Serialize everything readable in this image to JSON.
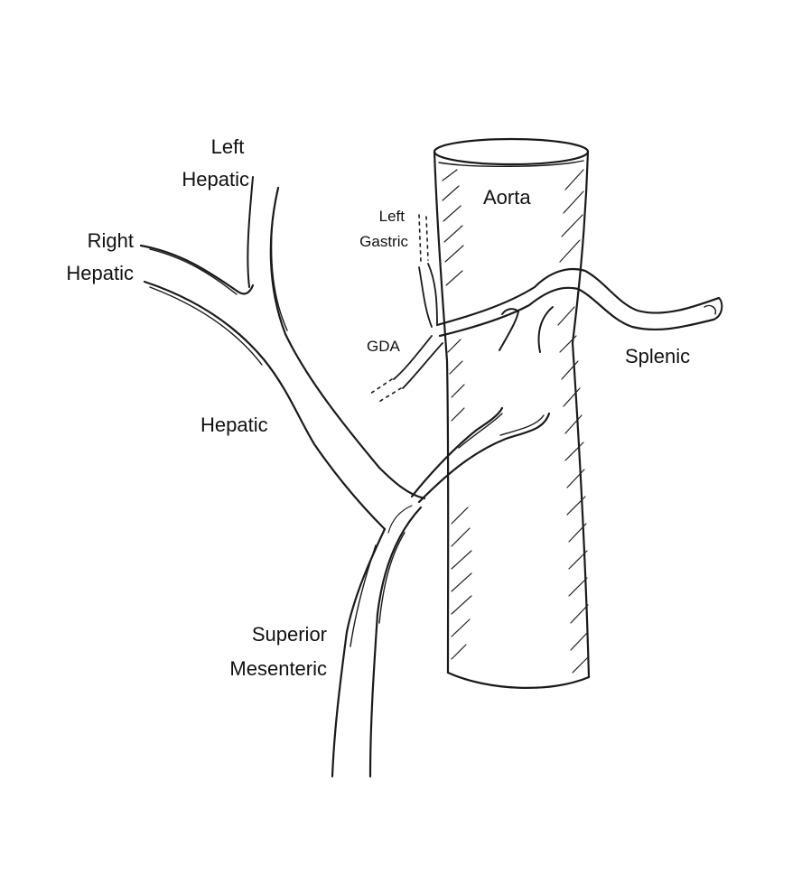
{
  "diagram": {
    "labels": {
      "left_hepatic": [
        "Left",
        "Hepatic"
      ],
      "right_hepatic": [
        "Right",
        "Hepatic"
      ],
      "left_gastric": [
        "Left",
        "Gastric"
      ],
      "aorta": "Aorta",
      "gda": "GDA",
      "splenic": "Splenic",
      "hepatic": "Hepatic",
      "superior_mesenteric": [
        "Superior",
        "Mesenteric"
      ]
    },
    "colors": {
      "ink": "#1a1a1a",
      "background": "#ffffff"
    }
  }
}
